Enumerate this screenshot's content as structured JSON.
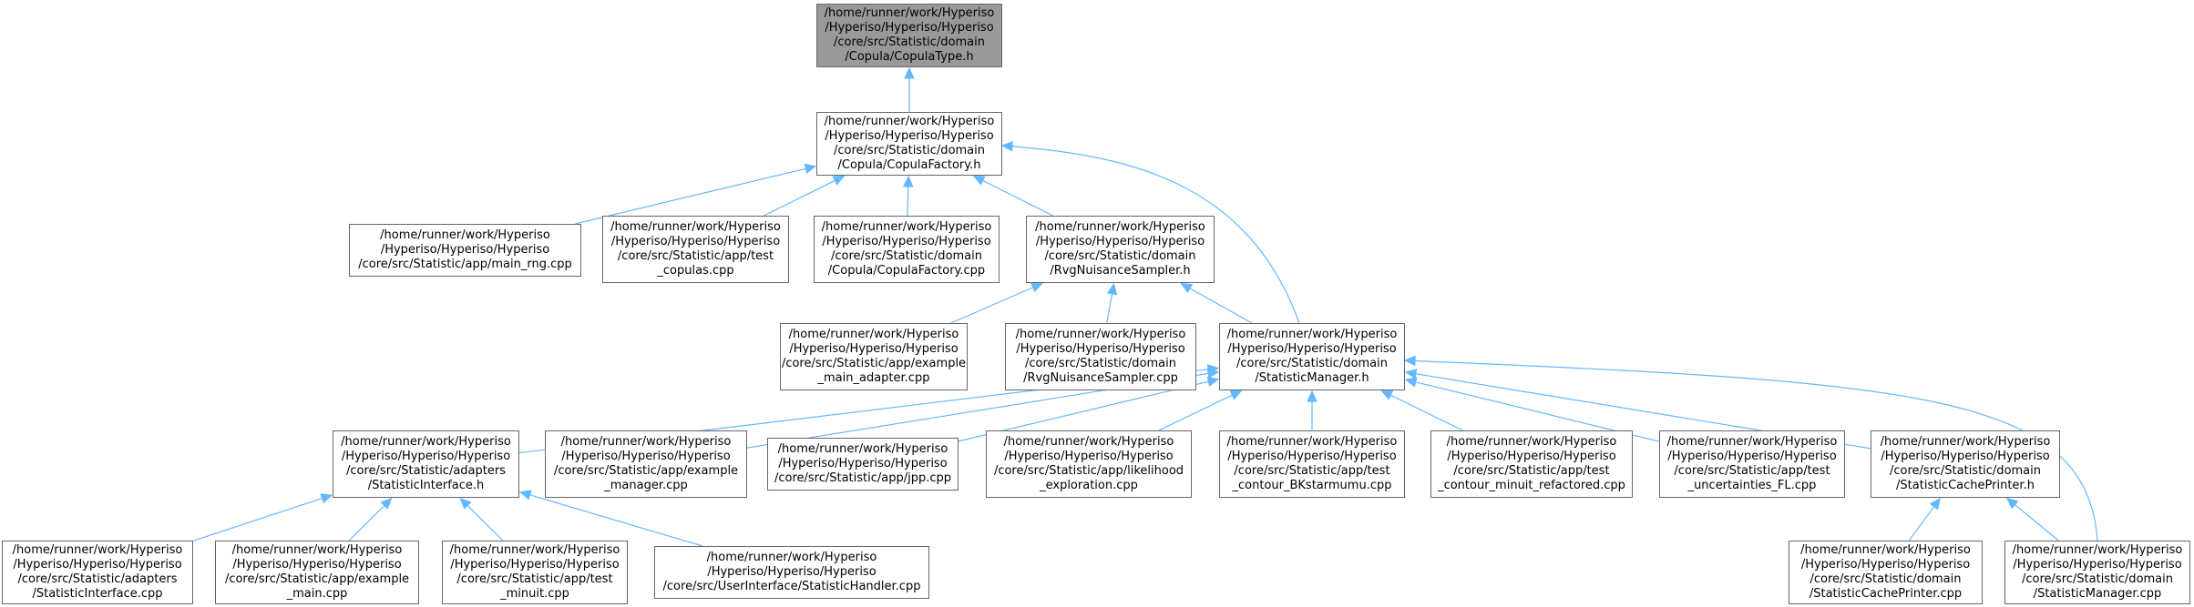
{
  "colors": {
    "edge": "#63b8ff",
    "root_fill": "#999999",
    "node_border": "#666666"
  },
  "nodes": [
    {
      "id": "copulatype_h",
      "root": true,
      "lines": [
        "/home/runner/work/Hyperiso",
        "/Hyperiso/Hyperiso/Hyperiso",
        "/core/src/Statistic/domain",
        "/Copula/CopulaType.h"
      ]
    },
    {
      "id": "copulafactory_h",
      "lines": [
        "/home/runner/work/Hyperiso",
        "/Hyperiso/Hyperiso/Hyperiso",
        "/core/src/Statistic/domain",
        "/Copula/CopulaFactory.h"
      ]
    },
    {
      "id": "main_rng_cpp",
      "lines": [
        "/home/runner/work/Hyperiso",
        "/Hyperiso/Hyperiso/Hyperiso",
        "/core/src/Statistic/app/main_rng.cpp"
      ]
    },
    {
      "id": "test_copulas_cpp",
      "lines": [
        "/home/runner/work/Hyperiso",
        "/Hyperiso/Hyperiso/Hyperiso",
        "/core/src/Statistic/app/test",
        "_copulas.cpp"
      ]
    },
    {
      "id": "copulafactory_cpp",
      "lines": [
        "/home/runner/work/Hyperiso",
        "/Hyperiso/Hyperiso/Hyperiso",
        "/core/src/Statistic/domain",
        "/Copula/CopulaFactory.cpp"
      ]
    },
    {
      "id": "rvgnuisancesampler_h",
      "lines": [
        "/home/runner/work/Hyperiso",
        "/Hyperiso/Hyperiso/Hyperiso",
        "/core/src/Statistic/domain",
        "/RvgNuisanceSampler.h"
      ]
    },
    {
      "id": "example_main_adapter_cpp",
      "lines": [
        "/home/runner/work/Hyperiso",
        "/Hyperiso/Hyperiso/Hyperiso",
        "/core/src/Statistic/app/example",
        "_main_adapter.cpp"
      ]
    },
    {
      "id": "rvgnuisancesampler_cpp",
      "lines": [
        "/home/runner/work/Hyperiso",
        "/Hyperiso/Hyperiso/Hyperiso",
        "/core/src/Statistic/domain",
        "/RvgNuisanceSampler.cpp"
      ]
    },
    {
      "id": "statisticmanager_h",
      "lines": [
        "/home/runner/work/Hyperiso",
        "/Hyperiso/Hyperiso/Hyperiso",
        "/core/src/Statistic/domain",
        "/StatisticManager.h"
      ]
    },
    {
      "id": "statisticinterface_h",
      "lines": [
        "/home/runner/work/Hyperiso",
        "/Hyperiso/Hyperiso/Hyperiso",
        "/core/src/Statistic/adapters",
        "/StatisticInterface.h"
      ]
    },
    {
      "id": "example_manager_cpp",
      "lines": [
        "/home/runner/work/Hyperiso",
        "/Hyperiso/Hyperiso/Hyperiso",
        "/core/src/Statistic/app/example",
        "_manager.cpp"
      ]
    },
    {
      "id": "jpp_cpp",
      "lines": [
        "/home/runner/work/Hyperiso",
        "/Hyperiso/Hyperiso/Hyperiso",
        "/core/src/Statistic/app/jpp.cpp"
      ]
    },
    {
      "id": "likelihood_exploration_cpp",
      "lines": [
        "/home/runner/work/Hyperiso",
        "/Hyperiso/Hyperiso/Hyperiso",
        "/core/src/Statistic/app/likelihood",
        "_exploration.cpp"
      ]
    },
    {
      "id": "test_contour_bkstarmumu_cpp",
      "lines": [
        "/home/runner/work/Hyperiso",
        "/Hyperiso/Hyperiso/Hyperiso",
        "/core/src/Statistic/app/test",
        "_contour_BKstarmumu.cpp"
      ]
    },
    {
      "id": "test_contour_minuit_refactored_cpp",
      "lines": [
        "/home/runner/work/Hyperiso",
        "/Hyperiso/Hyperiso/Hyperiso",
        "/core/src/Statistic/app/test",
        "_contour_minuit_refactored.cpp"
      ]
    },
    {
      "id": "test_uncertainties_fl_cpp",
      "lines": [
        "/home/runner/work/Hyperiso",
        "/Hyperiso/Hyperiso/Hyperiso",
        "/core/src/Statistic/app/test",
        "_uncertainties_FL.cpp"
      ]
    },
    {
      "id": "statisticcacheprinter_h",
      "lines": [
        "/home/runner/work/Hyperiso",
        "/Hyperiso/Hyperiso/Hyperiso",
        "/core/src/Statistic/domain",
        "/StatisticCachePrinter.h"
      ]
    },
    {
      "id": "statisticinterface_cpp",
      "lines": [
        "/home/runner/work/Hyperiso",
        "/Hyperiso/Hyperiso/Hyperiso",
        "/core/src/Statistic/adapters",
        "/StatisticInterface.cpp"
      ]
    },
    {
      "id": "example_main_cpp",
      "lines": [
        "/home/runner/work/Hyperiso",
        "/Hyperiso/Hyperiso/Hyperiso",
        "/core/src/Statistic/app/example",
        "_main.cpp"
      ]
    },
    {
      "id": "test_minuit_cpp",
      "lines": [
        "/home/runner/work/Hyperiso",
        "/Hyperiso/Hyperiso/Hyperiso",
        "/core/src/Statistic/app/test",
        "_minuit.cpp"
      ]
    },
    {
      "id": "statistichandler_cpp",
      "lines": [
        "/home/runner/work/Hyperiso",
        "/Hyperiso/Hyperiso/Hyperiso",
        "/core/src/UserInterface/StatisticHandler.cpp"
      ]
    },
    {
      "id": "statisticcacheprinter_cpp",
      "lines": [
        "/home/runner/work/Hyperiso",
        "/Hyperiso/Hyperiso/Hyperiso",
        "/core/src/Statistic/domain",
        "/StatisticCachePrinter.cpp"
      ]
    },
    {
      "id": "statisticmanager_cpp",
      "lines": [
        "/home/runner/work/Hyperiso",
        "/Hyperiso/Hyperiso/Hyperiso",
        "/core/src/Statistic/domain",
        "/StatisticManager.cpp"
      ]
    }
  ],
  "edges": [
    [
      "copulafactory_h",
      "copulatype_h"
    ],
    [
      "main_rng_cpp",
      "copulafactory_h"
    ],
    [
      "test_copulas_cpp",
      "copulafactory_h"
    ],
    [
      "copulafactory_cpp",
      "copulafactory_h"
    ],
    [
      "rvgnuisancesampler_h",
      "copulafactory_h"
    ],
    [
      "statisticmanager_h",
      "copulafactory_h"
    ],
    [
      "example_main_adapter_cpp",
      "rvgnuisancesampler_h"
    ],
    [
      "rvgnuisancesampler_cpp",
      "rvgnuisancesampler_h"
    ],
    [
      "statisticmanager_h",
      "rvgnuisancesampler_h"
    ],
    [
      "statisticinterface_h",
      "statisticmanager_h"
    ],
    [
      "example_manager_cpp",
      "statisticmanager_h"
    ],
    [
      "jpp_cpp",
      "statisticmanager_h"
    ],
    [
      "likelihood_exploration_cpp",
      "statisticmanager_h"
    ],
    [
      "test_contour_bkstarmumu_cpp",
      "statisticmanager_h"
    ],
    [
      "test_contour_minuit_refactored_cpp",
      "statisticmanager_h"
    ],
    [
      "test_uncertainties_fl_cpp",
      "statisticmanager_h"
    ],
    [
      "statisticcacheprinter_h",
      "statisticmanager_h"
    ],
    [
      "statisticmanager_cpp",
      "statisticmanager_h"
    ],
    [
      "statisticinterface_cpp",
      "statisticinterface_h"
    ],
    [
      "example_main_cpp",
      "statisticinterface_h"
    ],
    [
      "test_minuit_cpp",
      "statisticinterface_h"
    ],
    [
      "statistichandler_cpp",
      "statisticinterface_h"
    ],
    [
      "statisticcacheprinter_cpp",
      "statisticcacheprinter_h"
    ],
    [
      "statisticmanager_cpp",
      "statisticcacheprinter_h"
    ]
  ]
}
